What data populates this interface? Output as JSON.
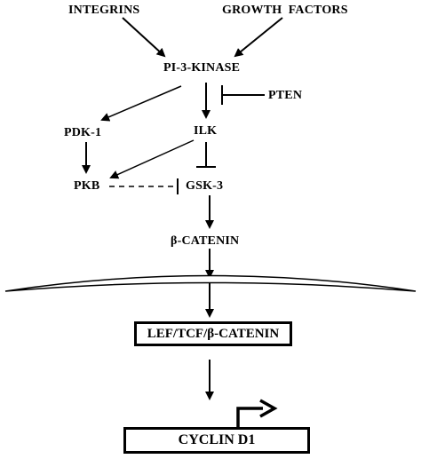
{
  "nodes": {
    "integrins": "INTEGRINS",
    "growth_factors": "GROWTH  FACTORS",
    "pi3k": "PI-3-KINASE",
    "pten": "PTEN",
    "pdk1": "PDK-1",
    "ilk": "ILK",
    "pkb": "PKB",
    "gsk3": "GSK-3",
    "beta_catenin": "β-CATENIN",
    "lef_tcf": "LEF/TCF/β-CATENIN",
    "cyclin_d1": "CYCLIN D1"
  },
  "colors": {
    "ink": "#000000",
    "background": "#ffffff"
  }
}
